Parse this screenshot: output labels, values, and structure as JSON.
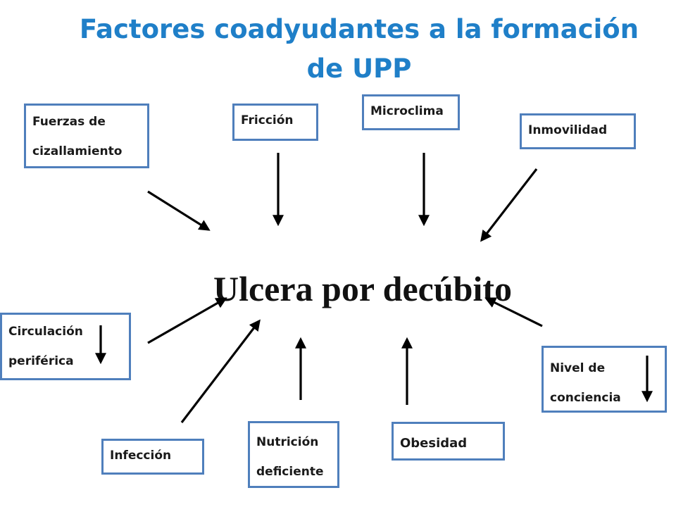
{
  "title": {
    "line1": "Factores coadyudantes  a la formación",
    "line2": "de UPP"
  },
  "center_label": "Ulcera por decúbito",
  "factors": {
    "fuerzas": {
      "line1": "Fuerzas de",
      "line2": "cizallamiento"
    },
    "friccion": "Fricción",
    "microclima": "Microclima",
    "inmovilidad": "Inmovilidad",
    "circulacion": {
      "line1": "Circulación",
      "line2": "periférica"
    },
    "nivel": {
      "line1": "Nivel de",
      "line2": "conciencia"
    },
    "infeccion": "Infección",
    "nutricion": {
      "line1": "Nutrición",
      "line2": "deficiente"
    },
    "obesidad": "Obesidad"
  },
  "colors": {
    "title": "#1f7fc8",
    "box_border": "#4f7fbc",
    "arrow": "#000000"
  }
}
